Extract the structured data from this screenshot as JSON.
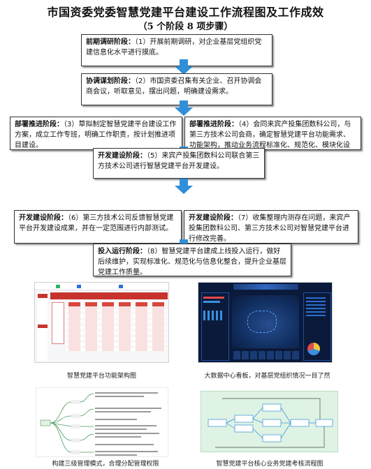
{
  "title": "市国资委党委智慧党建平台建设工作流程图及工作成效",
  "subtitle": "（5 个阶段 8 项步骤）",
  "steps": [
    {
      "stage": "前期调研阶段：",
      "text": "（1）开展前期调研，对企业基层党组织党建信息化水平进行摸底。"
    },
    {
      "stage": "协调谋划阶段：",
      "text": "（2）市国资委召集有关企业、召开协调会商会议，听取意见，摆出问题，明确建设需求。"
    },
    {
      "stage": "部署推进阶段：",
      "text": "（3）草拟制定智慧党建平台建设工作方案，成立工作专班，明确工作职责，按计划推进项目建设。"
    },
    {
      "stage": "部署推进阶段：",
      "text": "（4）会同来宾产投集团数科公司，与第三方技术公司会商，确定智慧党建平台功能需求、功能架构，推动业务流程标准化、规范化、模块化设计。"
    },
    {
      "stage": "开发建设阶段：",
      "text": "（5）来宾产投集团数科公司联合第三方技术公司进行智慧党建平台开发建设。"
    },
    {
      "stage": "开发建设阶段：",
      "text": "（6）第三方技术公司反馈智慧党建平台开发建设成果，并在一定范围进行内部测试。"
    },
    {
      "stage": "开发建设阶段：",
      "text": "（7）收集整理内测存在问题，来宾产投集团数科公司、第三方技术公司对智慧党建平台进行修改完善。"
    },
    {
      "stage": "投入运行阶段：",
      "text": "（8）智慧党建平台建成上线投入运行，做好后续维护，实现标准化、规范化与信息化整合，提升企业基层党建工作质量。"
    }
  ],
  "captions": [
    "智慧党建平台功能架构图",
    "大数据中心看板，对基层党组织情况一目了然",
    "构建三级管理模式，合理分配管理权限",
    "智慧党建平台核心业务党建考核流程图"
  ],
  "colors": {
    "arrow": "#2f8fd9",
    "dashboard": "#0b1a3a",
    "flow_bg": "#dff3e4",
    "mindmap_line": "#4a9a5a"
  }
}
